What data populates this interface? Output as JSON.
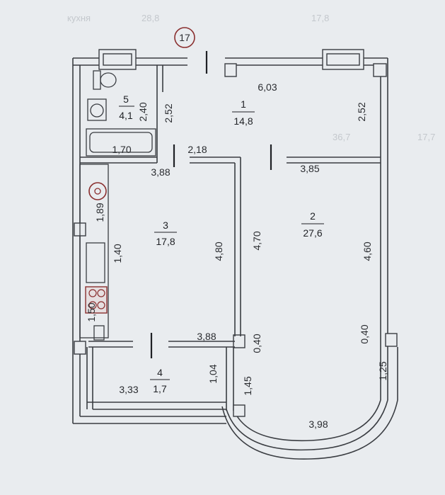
{
  "plan": {
    "apartment_number": "17",
    "rooms": [
      {
        "id": "room-1",
        "number": "1",
        "area": "14,8"
      },
      {
        "id": "room-2",
        "number": "2",
        "area": "27,6"
      },
      {
        "id": "room-3",
        "number": "3",
        "area": "17,8"
      },
      {
        "id": "room-4",
        "number": "4",
        "area": "1,7"
      },
      {
        "id": "room-5",
        "number": "5",
        "area": "4,1"
      }
    ],
    "dimensions": {
      "d_603": "6,03",
      "d_252_right": "2,52",
      "d_252_bath": "2,52",
      "d_240": "2,40",
      "d_170": "1,70",
      "d_218": "2,18",
      "d_388_top": "3,88",
      "d_385": "3,85",
      "d_189": "1,89",
      "d_140": "1,40",
      "d_150": "1,50",
      "d_480": "4,80",
      "d_470": "4,70",
      "d_460": "4,60",
      "d_040_mid": "0,40",
      "d_040_right": "0,40",
      "d_388_bottom": "3,88",
      "d_104": "1,04",
      "d_145": "1,45",
      "d_125": "1,25",
      "d_333": "3,33",
      "d_398": "3,98"
    },
    "background_faint": [
      "кухня",
      "28,8",
      "17,8",
      "36,7",
      "17,7"
    ],
    "colors": {
      "paper": "#e9ecef",
      "wall": "#3a3d42",
      "ink": "#1f2125",
      "accent": "#8a2f2f"
    }
  }
}
